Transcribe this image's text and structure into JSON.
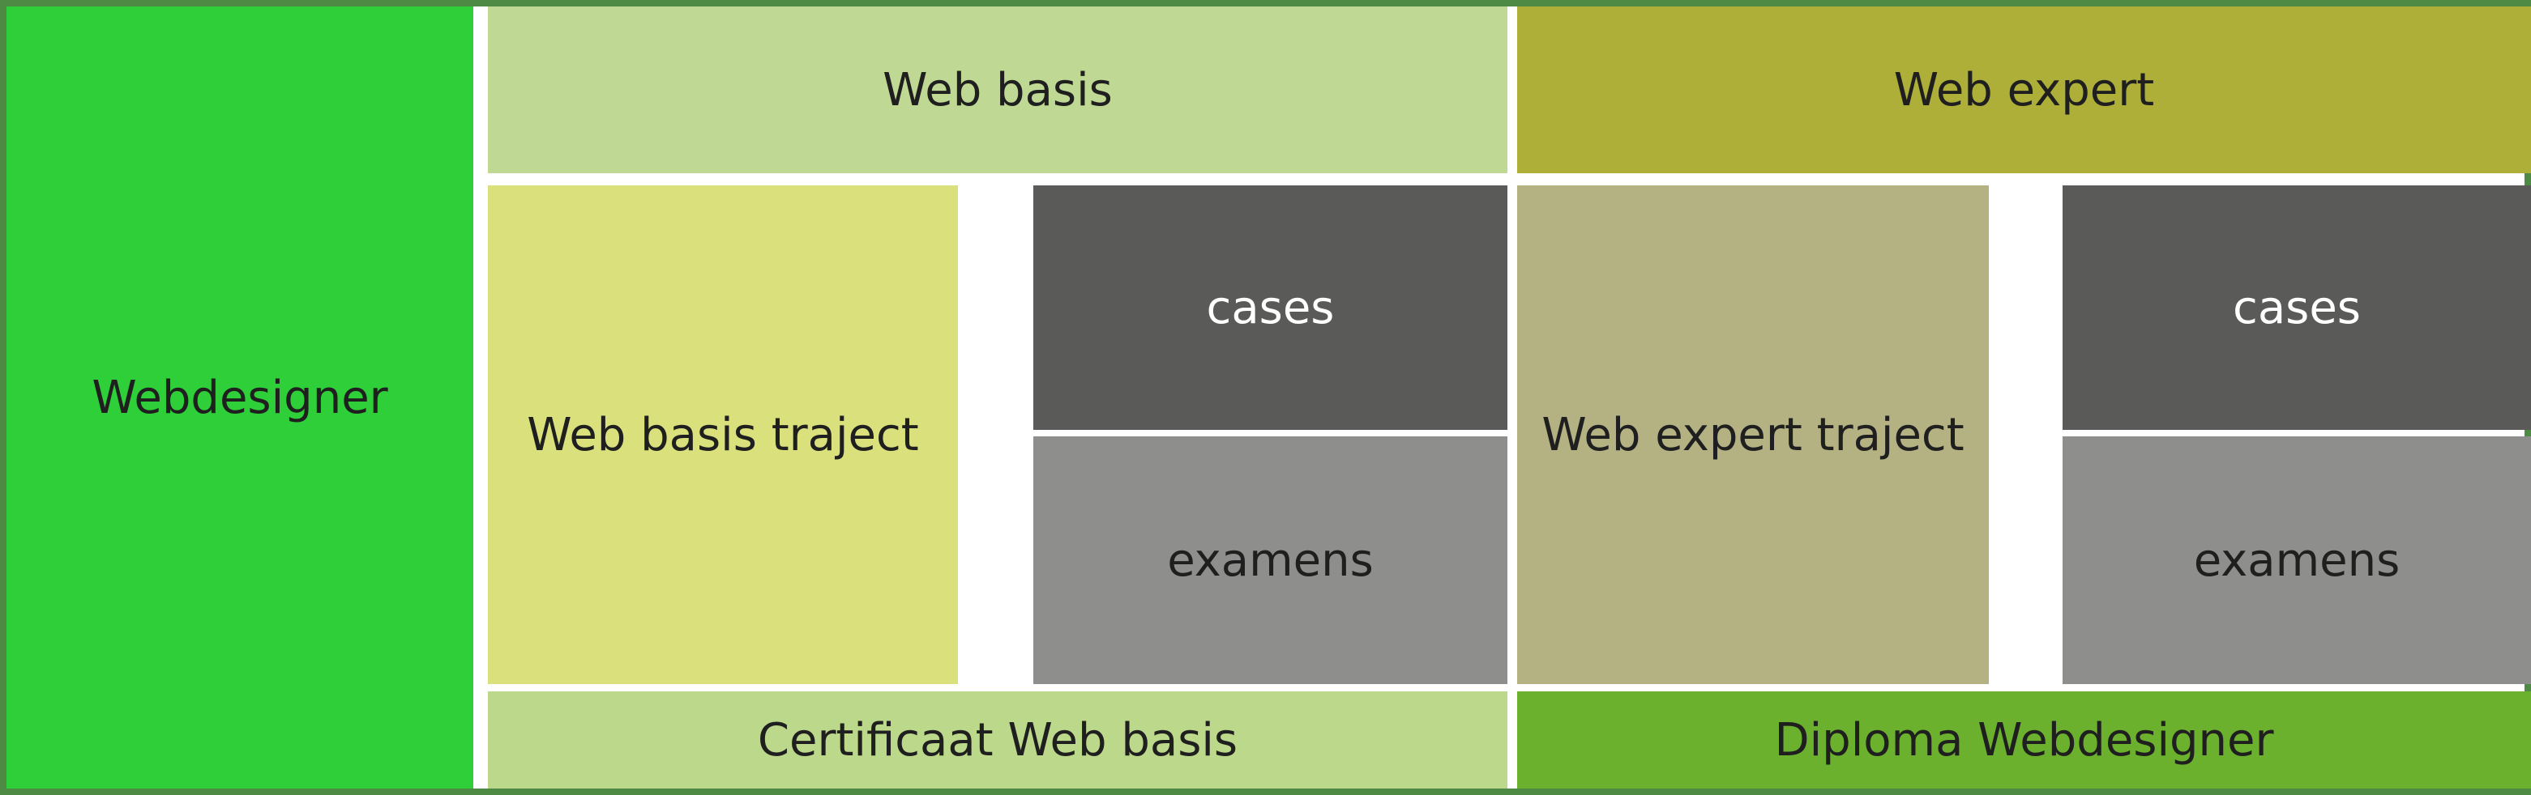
{
  "diagram": {
    "role": {
      "label": "Webdesigner",
      "color": "#2ecf38"
    },
    "basis": {
      "header": {
        "label": "Web basis",
        "color": "#bfd994"
      },
      "traject": {
        "label": "Web basis traject",
        "color": "#d9e07c"
      },
      "cases": {
        "label": "cases",
        "color": "#5a5a58"
      },
      "examens": {
        "label": "examens",
        "color": "#8e8e8c"
      },
      "footer": {
        "label": "Certificaat Web basis",
        "color": "#bcd88b"
      }
    },
    "expert": {
      "header": {
        "label": "Web expert",
        "color": "#adaf38"
      },
      "traject": {
        "label": "Web expert traject",
        "color": "#b4b183"
      },
      "cases": {
        "label": "cases",
        "color": "#5a5a58"
      },
      "examens": {
        "label": "examens",
        "color": "#8e8e8c"
      },
      "footer": {
        "label": "Diploma Webdesigner",
        "color": "#6bb12e"
      }
    },
    "frame_color": "#4f8a45"
  }
}
